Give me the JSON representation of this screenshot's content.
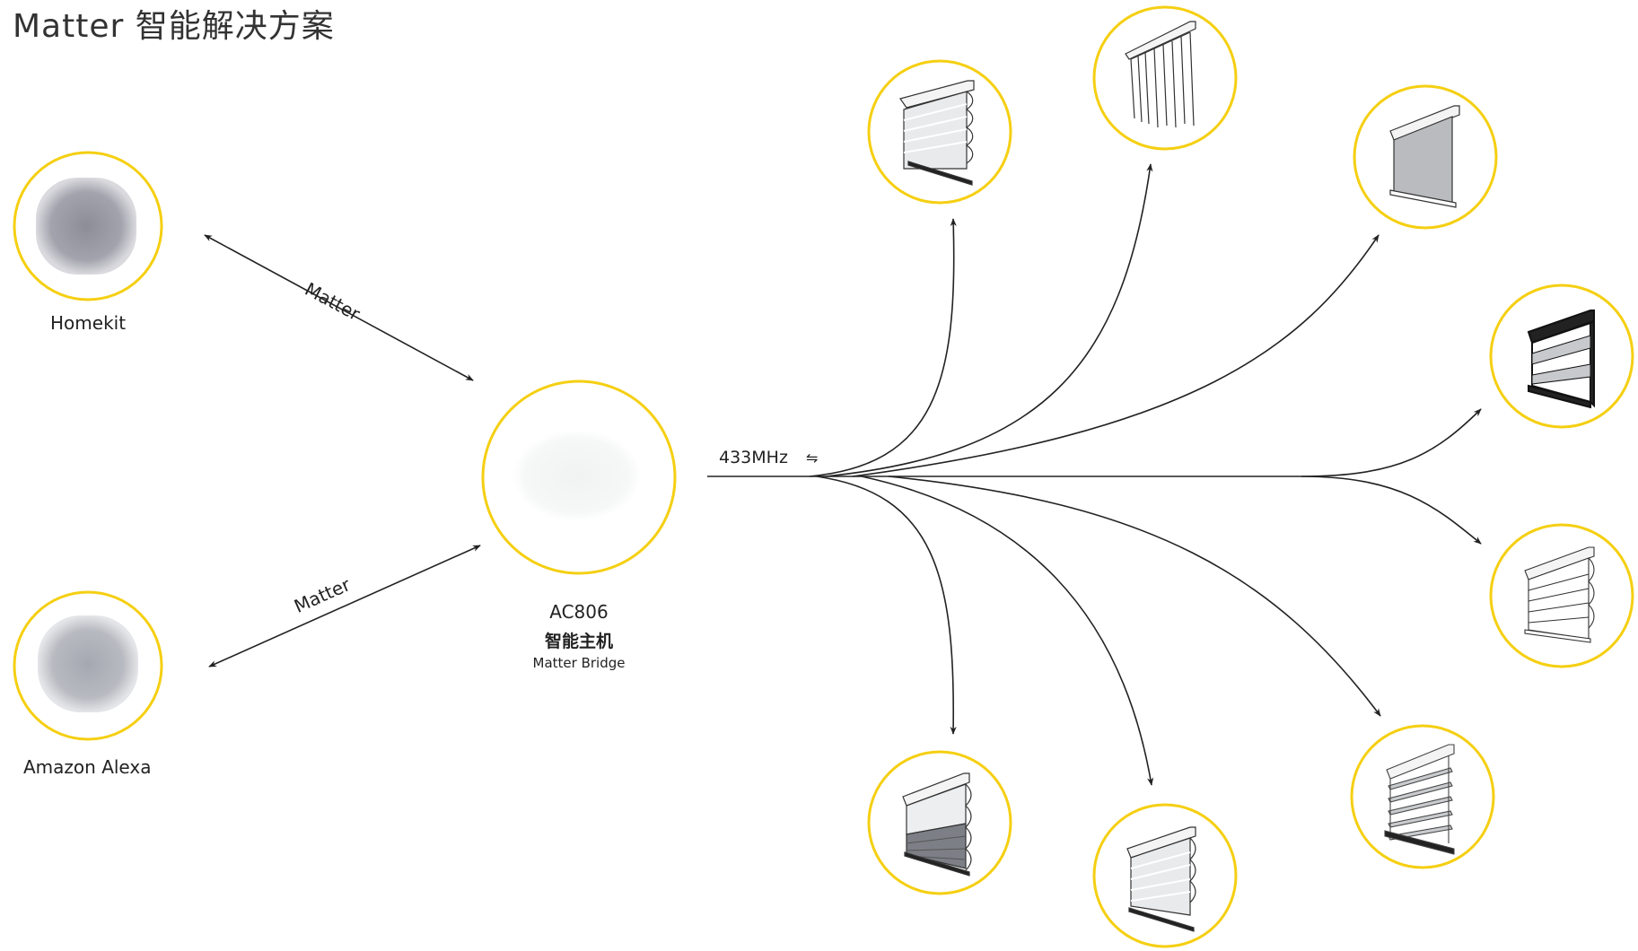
{
  "title": "Matter 智能解决方案",
  "left_nodes": [
    {
      "label": "Homekit",
      "connection_label": "Matter"
    },
    {
      "label": "Amazon Alexa",
      "connection_label": "Matter"
    }
  ],
  "hub": {
    "model": "AC806",
    "name": "智能主机",
    "subtitle": "Matter Bridge"
  },
  "radio_label": "433MHz",
  "radio_symbol": "⇋",
  "colors": {
    "ring": "#F5CF12",
    "line": "#222222",
    "text": "#222222"
  },
  "devices": [
    {
      "icon": "honeycomb-shade-icon"
    },
    {
      "icon": "vertical-curtain-icon"
    },
    {
      "icon": "roller-shade-icon"
    },
    {
      "icon": "zebra-blind-icon"
    },
    {
      "icon": "sheer-shade-icon"
    },
    {
      "icon": "venetian-blind-icon"
    },
    {
      "icon": "pleated-shade-icon"
    },
    {
      "icon": "day-night-cellular-shade-icon"
    }
  ]
}
